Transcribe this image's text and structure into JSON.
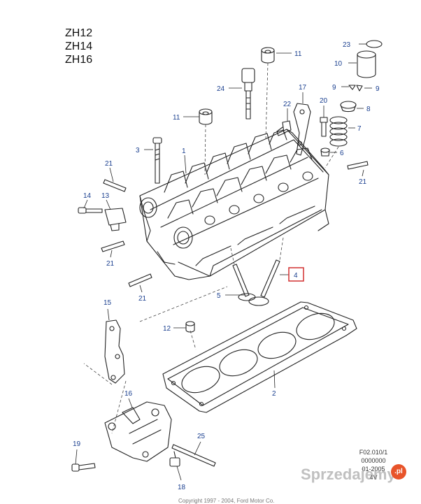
{
  "models": [
    "ZH12",
    "ZH14",
    "ZH16"
  ],
  "highlight_color": "#d23030",
  "callout_color": "#1a3f8f",
  "callouts": [
    {
      "id": "c23",
      "label": "23"
    },
    {
      "id": "c11a",
      "label": "11"
    },
    {
      "id": "c10",
      "label": "10"
    },
    {
      "id": "c24",
      "label": "24"
    },
    {
      "id": "c17",
      "label": "17"
    },
    {
      "id": "c9a",
      "label": "9"
    },
    {
      "id": "c9b",
      "label": "9"
    },
    {
      "id": "c22",
      "label": "22"
    },
    {
      "id": "c20",
      "label": "20"
    },
    {
      "id": "c8",
      "label": "8"
    },
    {
      "id": "c11b",
      "label": "11"
    },
    {
      "id": "c7",
      "label": "7"
    },
    {
      "id": "c3",
      "label": "3"
    },
    {
      "id": "c1",
      "label": "1"
    },
    {
      "id": "c6",
      "label": "6"
    },
    {
      "id": "c21a",
      "label": "21"
    },
    {
      "id": "c21b",
      "label": "21"
    },
    {
      "id": "c14",
      "label": "14"
    },
    {
      "id": "c13",
      "label": "13"
    },
    {
      "id": "c21c",
      "label": "21"
    },
    {
      "id": "c4",
      "label": "4"
    },
    {
      "id": "c5",
      "label": "5"
    },
    {
      "id": "c21d",
      "label": "21"
    },
    {
      "id": "c15",
      "label": "15"
    },
    {
      "id": "c12",
      "label": "12"
    },
    {
      "id": "c2",
      "label": "2"
    },
    {
      "id": "c16",
      "label": "16"
    },
    {
      "id": "c25",
      "label": "25"
    },
    {
      "id": "c19",
      "label": "19"
    },
    {
      "id": "c18",
      "label": "18"
    }
  ],
  "doc_ref": [
    "F02.010/1",
    "0000000",
    "01-2005",
    "4V"
  ],
  "copyright": "Copyright 1997 - 2004, Ford Motor Co.",
  "watermark": {
    "text": "Sprzedajemy",
    "badge": ".pl"
  }
}
